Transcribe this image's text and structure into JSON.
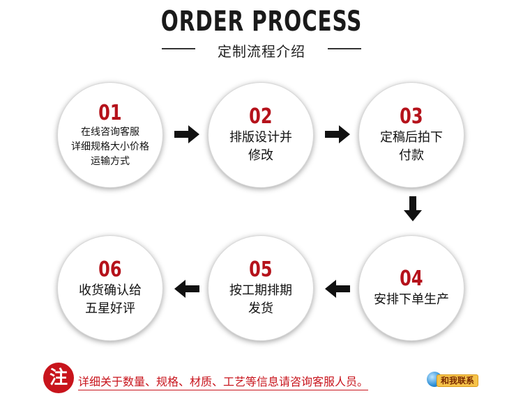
{
  "header": {
    "title": "ORDER PROCESS",
    "subtitle": "定制流程介绍"
  },
  "steps": [
    {
      "number": "01",
      "text": "在线咨询客服\n详细规格大小价格\n运输方式"
    },
    {
      "number": "02",
      "text": "排版设计并\n修改"
    },
    {
      "number": "03",
      "text": "定稿后拍下\n付款"
    },
    {
      "number": "04",
      "text": "安排下单生产"
    },
    {
      "number": "05",
      "text": "按工期排期\n发货"
    },
    {
      "number": "06",
      "text": "收货确认给\n五星好评"
    }
  ],
  "arrows": [
    "arrow-right-icon",
    "arrow-right-icon",
    "arrow-down-icon",
    "arrow-left-icon",
    "arrow-left-icon"
  ],
  "note": {
    "badge": "注",
    "text": "详细关于数量、规格、材质、工艺等信息请咨询客服人员。"
  },
  "contact": {
    "label": "和我联系"
  },
  "colors": {
    "accent": "#b5121b",
    "arrow": "#111111"
  }
}
